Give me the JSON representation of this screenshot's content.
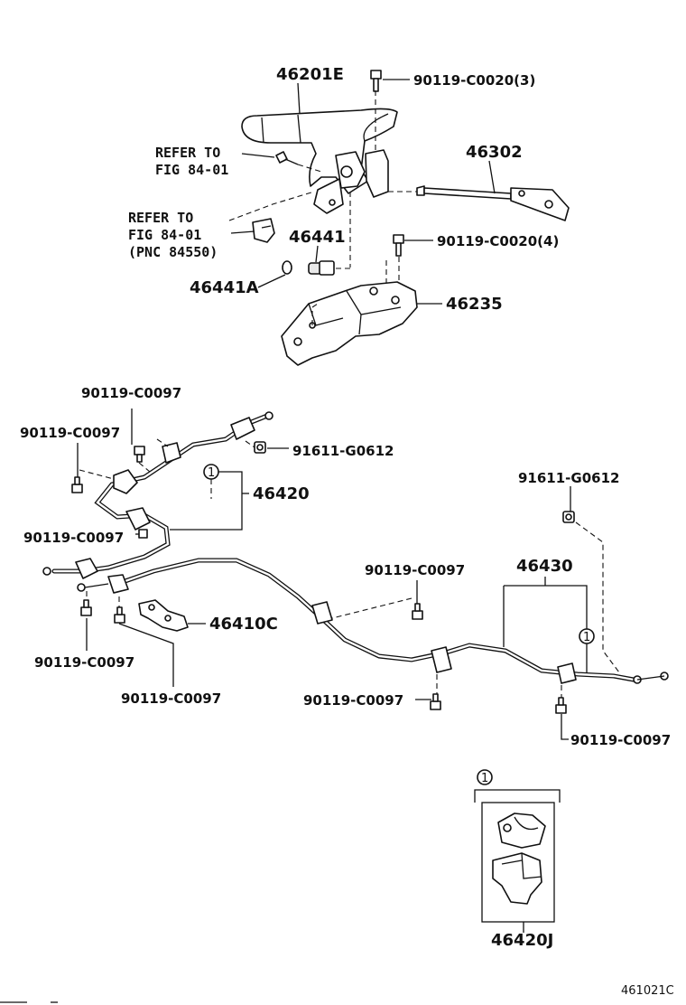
{
  "labels": {
    "lever": "46201E",
    "bolt_top": "90119-C0020(3)",
    "refer1_a": "REFER TO",
    "refer1_b": "FIG 84-01",
    "rod": "46302",
    "refer2_a": "REFER TO",
    "refer2_b": "FIG 84-01",
    "refer2_c": "(PNC 84550)",
    "pin": "46441",
    "bolt_mid": "90119-C0020(4)",
    "clip": "46441A",
    "bracket": "46235",
    "bolt_a": "90119-C0097",
    "bolt_b": "90119-C0097",
    "nut_left": "91611-G0612",
    "cable_left": "46420",
    "bolt_c": "90119-C0097",
    "nut_right": "91611-G0612",
    "bolt_d": "90119-C0097",
    "cable_right": "46430",
    "guide": "46410C",
    "bolt_e": "90119-C0097",
    "bolt_f": "90119-C0097",
    "bolt_g": "90119-C0097",
    "bolt_h": "90119-C0097",
    "kit": "46420J",
    "callout": "1",
    "figure_id": "461021C"
  }
}
